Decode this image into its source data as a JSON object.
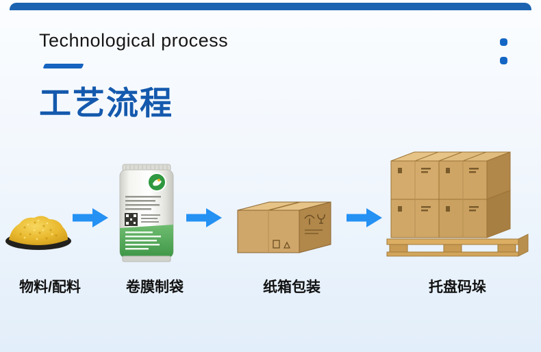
{
  "page": {
    "title_en": "Technological process",
    "title_zh": "工艺流程"
  },
  "steps": [
    {
      "label": "物料/配料",
      "icon": "material-pile"
    },
    {
      "label": "卷膜制袋",
      "icon": "film-pouch-bag"
    },
    {
      "label": "纸箱包装",
      "icon": "carton-box"
    },
    {
      "label": "托盘码垛",
      "icon": "pallet-stacked-boxes"
    }
  ],
  "icons": {
    "flow_arrow": "right-arrow",
    "menu_dots": "vertical-dots"
  },
  "colors": {
    "accent_blue": "#1459ad",
    "arrow_blue": "#2491f3",
    "top_bar_blue": "#1b63b0",
    "bg_top": "#fbfdff",
    "bg_bottom": "#e2eefa",
    "label_text": "#111111"
  }
}
